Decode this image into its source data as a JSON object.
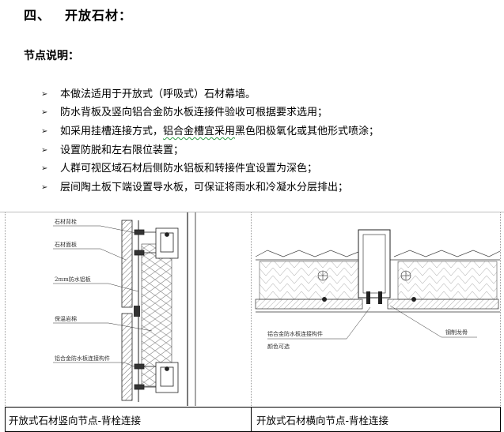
{
  "section": {
    "number": "四、",
    "title": "开放石材："
  },
  "subheading": "节点说明：",
  "bullets": [
    {
      "text": "本做法适用于开放式（呼吸式）石材幕墙。"
    },
    {
      "text": "防水背板及竖向铝合金防水板连接件验收可根据要求选用；"
    },
    {
      "text_before": "如采用挂槽连接方式，",
      "text_marked": "铝合金槽宜采用",
      "text_after": "黑色阳极氧化或其他形式喷涂；"
    },
    {
      "text": "设置防脱和左右限位装置；"
    },
    {
      "text": "人群可视区域石材后侧防水铝板和转接件宜设置为深色；"
    },
    {
      "text": "层间陶土板下端设置导水板，可保证将雨水和冷凝水分层排出；"
    }
  ],
  "figures": {
    "left": {
      "labels": {
        "stone_bolt": "石材背栓",
        "stone_panel": "石材面板",
        "waterproof_plate": "2mm防水铝板",
        "insulation": "保温岩棉",
        "alu_connector": "铝合金防水板连接构件"
      },
      "caption": "开放式石材竖向节点-背栓连接"
    },
    "right": {
      "labels": {
        "alu_connector": "铝合金防水板连接构件",
        "color_optional": "颜色可选",
        "steel_keel": "钢制龙骨"
      },
      "caption": "开放式石材横向节点-背栓连接"
    }
  },
  "colors": {
    "text": "#000000",
    "wavy_underline": "#2e9b45",
    "drawing_line": "#333333"
  }
}
